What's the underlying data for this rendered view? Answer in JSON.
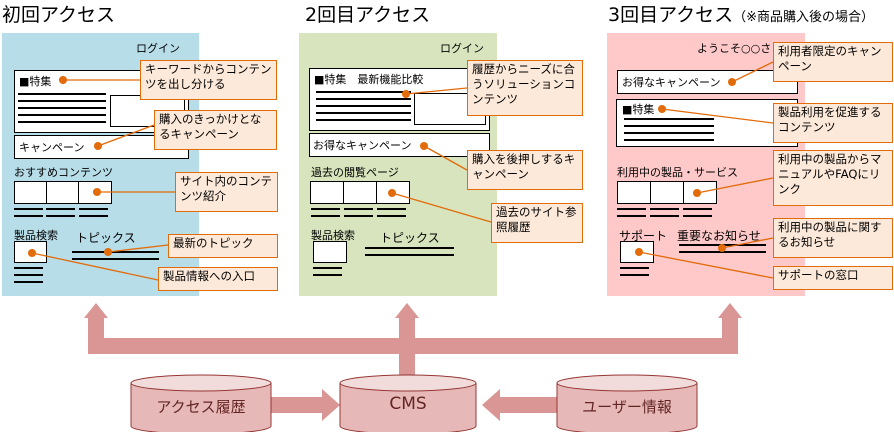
{
  "titles": {
    "first": "初回アクセス",
    "second": "2回目アクセス",
    "third": "3回目アクセス",
    "third_note": "（※商品購入後の場合）"
  },
  "colors": {
    "first": "#b7dde8",
    "second": "#d7e4bd",
    "third": "#ffc9c9",
    "callout_bg": "#fde9d9",
    "callout_border": "#e26b0a",
    "arrow": "#d99694",
    "db": "#e6b9b8"
  },
  "first": {
    "login": "ログイン",
    "feature": "■特集",
    "campaign": "キャンペーン",
    "recommended": "おすすめコンテンツ",
    "search": "製品検索",
    "topics": "トピックス",
    "callouts": [
      "キーワードからコンテンツを出し分ける",
      "購入のきっかけとなるキャンペーン",
      "サイト内のコンテンツ紹介",
      "最新のトピック",
      "製品情報への入口"
    ]
  },
  "second": {
    "login": "ログイン",
    "feature": "■特集　最新機能比較",
    "campaign": "お得なキャンペーン",
    "history": "過去の閲覧ページ",
    "search": "製品検索",
    "topics": "トピックス",
    "callouts": [
      "履歴からニーズに合うソリューションコンテンツ",
      "購入を後押しするキャンペーン",
      "過去のサイト参照履歴"
    ]
  },
  "third": {
    "welcome": "ようこそ○○さま",
    "campaign": "お得なキャンペーン",
    "feature": "■特集",
    "products": "利用中の製品・サービス",
    "support": "サポート",
    "news": "重要なお知らせ",
    "callouts": [
      "利用者限定のキャンペーン",
      "製品利用を促進するコンテンツ",
      "利用中の製品からマニュアルやFAQにリンク",
      "利用中の製品に関するお知らせ",
      "サポートの窓口"
    ]
  },
  "databases": {
    "history": "アクセス履歴",
    "cms": "CMS",
    "user": "ユーザー情報"
  }
}
